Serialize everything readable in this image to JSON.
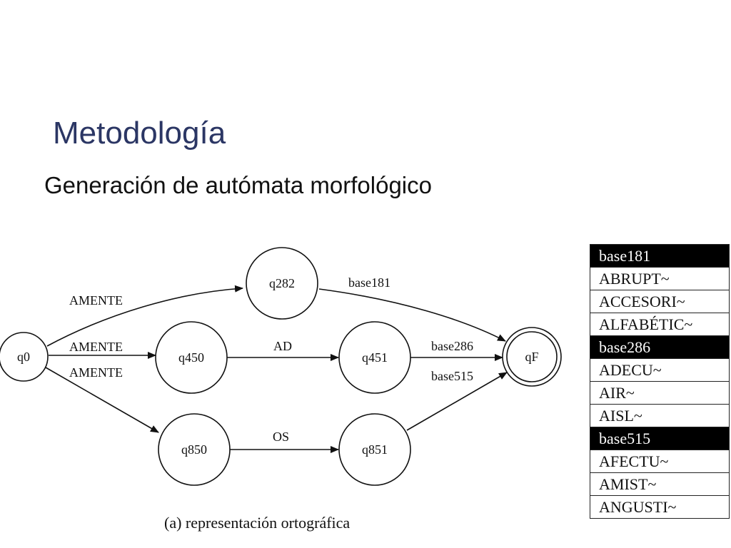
{
  "slide": {
    "title": "Metodología",
    "subtitle": "Generación de autómata morfológico",
    "caption": "(a) representación ortográfica"
  },
  "automaton": {
    "states": [
      {
        "id": "q0",
        "label": "q0",
        "final": false
      },
      {
        "id": "q282",
        "label": "q282",
        "final": false
      },
      {
        "id": "q450",
        "label": "q450",
        "final": false
      },
      {
        "id": "q451",
        "label": "q451",
        "final": false
      },
      {
        "id": "q850",
        "label": "q850",
        "final": false
      },
      {
        "id": "q851",
        "label": "q851",
        "final": false
      },
      {
        "id": "qF",
        "label": "qF",
        "final": true
      }
    ],
    "transitions": [
      {
        "from": "q0",
        "to": "q282",
        "label": "AMENTE"
      },
      {
        "from": "q0",
        "to": "q450",
        "label": "AMENTE"
      },
      {
        "from": "q0",
        "to": "q850",
        "label": "AMENTE"
      },
      {
        "from": "q282",
        "to": "qF",
        "label": "base181"
      },
      {
        "from": "q450",
        "to": "q451",
        "label": "AD"
      },
      {
        "from": "q451",
        "to": "qF",
        "label": "base286"
      },
      {
        "from": "q850",
        "to": "q851",
        "label": "OS"
      },
      {
        "from": "q851",
        "to": "qF",
        "label": "base515"
      }
    ]
  },
  "table": {
    "rows": [
      {
        "text": "base181",
        "header": true
      },
      {
        "text": "ABRUPT~",
        "header": false
      },
      {
        "text": "ACCESORI~",
        "header": false
      },
      {
        "text": "ALFABÉTIC~",
        "header": false
      },
      {
        "text": "base286",
        "header": true
      },
      {
        "text": "ADECU~",
        "header": false
      },
      {
        "text": "AIR~",
        "header": false
      },
      {
        "text": "AISL~",
        "header": false
      },
      {
        "text": "base515",
        "header": true
      },
      {
        "text": "AFECTU~",
        "header": false
      },
      {
        "text": "AMIST~",
        "header": false
      },
      {
        "text": "ANGUSTI~",
        "header": false
      }
    ]
  }
}
